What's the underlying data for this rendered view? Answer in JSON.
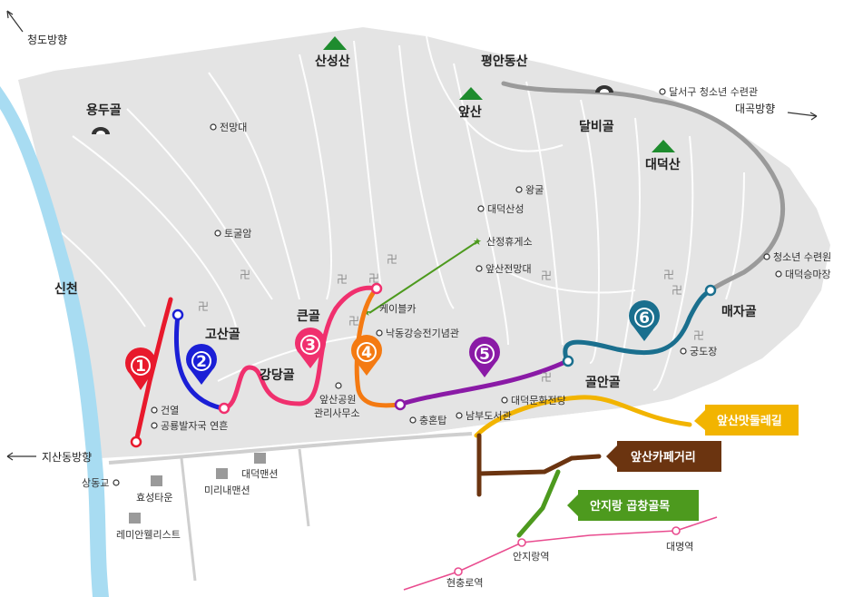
{
  "directions": {
    "cheongdo": "청도방향",
    "daegok": "대곡방향",
    "jisandong": "지산동방향"
  },
  "mountains": {
    "sanseong": "산성산",
    "apsan": "앞산",
    "daedeok": "대덕산",
    "pyeongan": "평안동산"
  },
  "areas": {
    "yongdu": "용두골",
    "dalbi": "달비골",
    "sincheon": "신천",
    "gosan": "고산골",
    "keun": "큰골",
    "gangdang": "강당골",
    "golan": "골안골",
    "maeja": "매자골"
  },
  "poi": {
    "jeonmangdae": "전망대",
    "toguram": "토굴암",
    "wanggul": "왕굴",
    "daedeoksanseong": "대덕산성",
    "sangyeong": "산정휴게소",
    "apsanjeonmangdae": "앞산전망대",
    "cablecar": "케이블카",
    "nakdong": "낙동강승전기념관",
    "gwanri": "앞산공원\n관리사무소",
    "gwanri1": "앞산공원",
    "gwanri2": "관리사무소",
    "chunghon": "충혼탑",
    "nambu": "남부도서관",
    "culture": "대덕문화전당",
    "gundo": "궁도장",
    "youth": "청소년 수련원",
    "horse": "대덕승마장",
    "dalseo": "달서구 청소년 수련관",
    "geonyeol": "건열",
    "gongryong": "공룡발자국 연흔",
    "sangdong": "상동교",
    "hyoseong": "효성타운",
    "mirinae": "미리내맨션",
    "daedeokmansion": "대덕맨션",
    "remian": "레미안웰리스트",
    "anjirang_st": "안지랑역",
    "daemyeong_st": "대명역",
    "hyeonchung_st": "현충로역"
  },
  "routes": [
    {
      "num": "1",
      "color": "#e8192c"
    },
    {
      "num": "2",
      "color": "#1b1fd6"
    },
    {
      "num": "3",
      "color": "#f0306e"
    },
    {
      "num": "4",
      "color": "#f47a12"
    },
    {
      "num": "5",
      "color": "#8a1aa6"
    },
    {
      "num": "6",
      "color": "#1a6f8e"
    }
  ],
  "streets": {
    "matdeulrae": {
      "label": "앞산맛둘레길",
      "color": "#f2b400"
    },
    "cafe": {
      "label": "앞산카페거리",
      "color": "#6b3410"
    },
    "gopchang": {
      "label": "안지랑 곱창골목",
      "color": "#4d9a1e"
    }
  },
  "colors": {
    "mountain_fill": "#e4e4e4",
    "river": "#a8dcf2",
    "ridge": "#ffffff",
    "peak": "#1e8c2e",
    "subway": "#e94c8f",
    "cable": "#4d9a1e"
  }
}
